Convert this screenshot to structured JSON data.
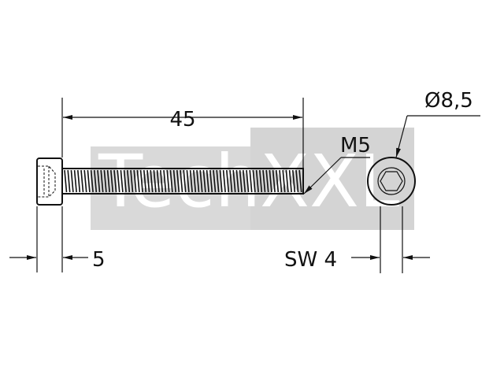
{
  "watermark": {
    "text_left": "Tech",
    "text_right": "XXL",
    "band_color": "#d9d9d9",
    "box_color": "#d4d4d4",
    "text_color": "#ffffff"
  },
  "dimensions": {
    "length": "45",
    "thread": "M5",
    "head_diameter": "Ø8,5",
    "head_height": "5",
    "socket_size": "SW 4"
  },
  "colors": {
    "line": "#111111",
    "background": "#ffffff"
  }
}
